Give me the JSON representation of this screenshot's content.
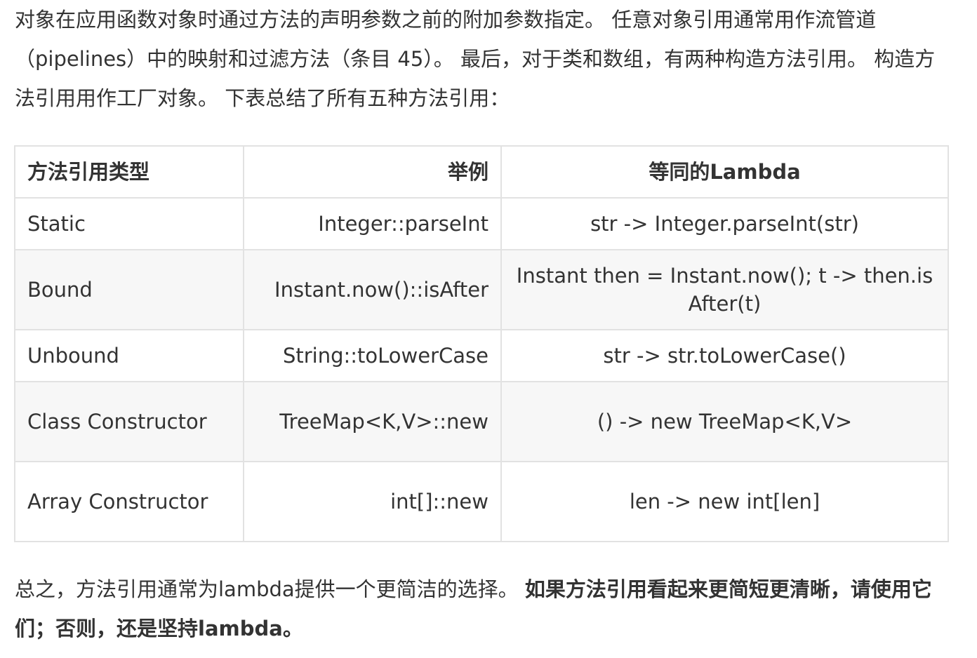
{
  "intro": {
    "text": "对象在应用函数对象时通过方法的声明参数之前的附加参数指定。 任意对象引用通常用作流管道（pipelines）中的映射和过滤方法（条目 45）。 最后，对于类和数组，有两种构造方法引用。 构造方法引用用作工厂对象。 下表总结了所有五种方法引用："
  },
  "table": {
    "headers": {
      "type": "方法引用类型",
      "example": "举例",
      "lambda": "等同的Lambda"
    },
    "rows": [
      {
        "type": "Static",
        "example": "Integer::parseInt",
        "lambda": "str -> Integer.parseInt(str)"
      },
      {
        "type": "Bound",
        "example": "Instant.now()::isAfter",
        "lambda": "Instant then = Instant.now(); t -> then.isAfter(t)"
      },
      {
        "type": "Unbound",
        "example": "String::toLowerCase",
        "lambda": "str -> str.toLowerCase()"
      },
      {
        "type": "Class Constructor",
        "example": "TreeMap<K,V>::new",
        "lambda": "() -> new TreeMap<K,V>"
      },
      {
        "type": "Array Constructor",
        "example": "int[]::new",
        "lambda": "len -> new int[len]"
      }
    ]
  },
  "outro": {
    "normal": "总之，方法引用通常为lambda提供一个更简洁的选择。 ",
    "bold": "如果方法引用看起来更简短更清晰，请使用它们；否则，还是坚持lambda。"
  }
}
